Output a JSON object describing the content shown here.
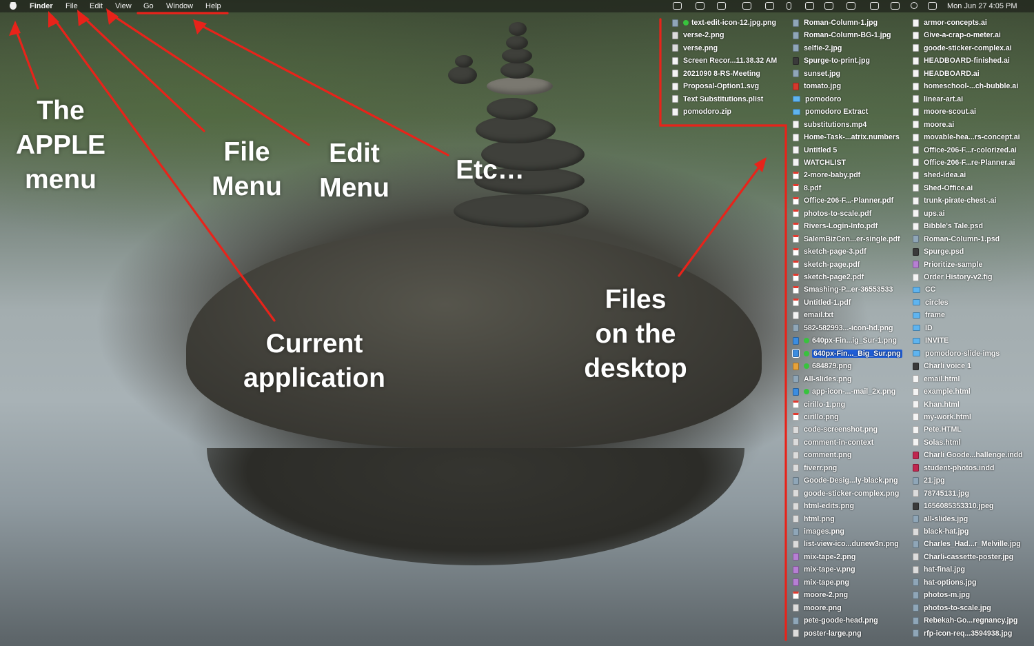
{
  "menubar": {
    "apple_icon": "apple-icon",
    "items": [
      "Finder",
      "File",
      "Edit",
      "View",
      "Go",
      "Window",
      "Help"
    ],
    "status_icons": [
      "dropbox-icon",
      "calendar-icon",
      "creative-cloud-icon",
      "notification-bell-icon",
      "pointer-tool-icon",
      "bluetooth-icon",
      "window-icon",
      "battery-icon",
      "keyboard-icon",
      "wifi-icon",
      "time-machine-icon",
      "search-icon",
      "control-center-icon"
    ],
    "clock": "Mon Jun 27  4:05 PM"
  },
  "annotations": {
    "apple_menu": [
      "The",
      "APPLE",
      "menu"
    ],
    "file_menu": [
      "File",
      "Menu"
    ],
    "edit_menu": [
      "Edit",
      "Menu"
    ],
    "etc": [
      "Etc…"
    ],
    "current_app": [
      "Current",
      "application"
    ],
    "desktop_files": [
      "Files",
      "on the",
      "desktop"
    ]
  },
  "colors": {
    "arrow": "#e8231a",
    "selection": "#1f5dd6",
    "tag_green": "#38c33d"
  },
  "files": {
    "col1": [
      {
        "name": "text-edit-icon-12.jpg.png",
        "type": "img",
        "tag": true
      },
      {
        "name": "verse-2.png",
        "type": "png"
      },
      {
        "name": "verse.png",
        "type": "png"
      },
      {
        "name": "Screen Recor...11.38.32 AM",
        "type": "doc"
      },
      {
        "name": "2021090 8-RS-Meeting",
        "type": "doc"
      },
      {
        "name": "Proposal-Option1.svg",
        "type": "doc"
      },
      {
        "name": "Text Substitutions.plist",
        "type": "doc"
      },
      {
        "name": "pomodoro.zip",
        "type": "doc"
      }
    ],
    "col2": [
      {
        "name": "Roman-Column-1.jpg",
        "type": "img"
      },
      {
        "name": "Roman-Column-BG-1.jpg",
        "type": "img"
      },
      {
        "name": "selfie-2.jpg",
        "type": "img"
      },
      {
        "name": "Spurge-to-print.jpg",
        "type": "dark"
      },
      {
        "name": "sunset.jpg",
        "type": "img"
      },
      {
        "name": "tomato.jpg",
        "type": "red"
      },
      {
        "name": "pomodoro",
        "type": "folder"
      },
      {
        "name": "pomodoro Extract",
        "type": "folder"
      },
      {
        "name": "substitutions.mp4",
        "type": "doc"
      },
      {
        "name": "Home-Task-...atrix.numbers",
        "type": "doc"
      },
      {
        "name": "Untitled 5",
        "type": "doc"
      },
      {
        "name": "WATCHLIST",
        "type": "doc"
      },
      {
        "name": "2-more-baby.pdf",
        "type": "pdf"
      },
      {
        "name": "8.pdf",
        "type": "pdf"
      },
      {
        "name": "Office-206-F...-Planner.pdf",
        "type": "pdf"
      },
      {
        "name": "photos-to-scale.pdf",
        "type": "pdf"
      },
      {
        "name": "Rivers-Login-Info.pdf",
        "type": "pdf"
      },
      {
        "name": "SalemBizCen...er-single.pdf",
        "type": "pdf"
      },
      {
        "name": "sketch-page-3.pdf",
        "type": "pdf"
      },
      {
        "name": "sketch-page.pdf",
        "type": "pdf"
      },
      {
        "name": "sketch-page2.pdf",
        "type": "pdf"
      },
      {
        "name": "Smashing-P...er-36553533",
        "type": "pdf"
      },
      {
        "name": "Untitled-1.pdf",
        "type": "pdf"
      },
      {
        "name": "email.txt",
        "type": "doc"
      },
      {
        "name": "582-582993...-icon-hd.png",
        "type": "img"
      },
      {
        "name": "640px-Fin...ig_Sur-1.png",
        "type": "blue",
        "tag": true
      },
      {
        "name": "640px-Fin..._Big_Sur.png",
        "type": "blue",
        "tag": true,
        "selected": true
      },
      {
        "name": "684879.png",
        "type": "orange",
        "tag": true
      },
      {
        "name": "All-slides.png",
        "type": "img"
      },
      {
        "name": "app-icon-...-mail_2x.png",
        "type": "blue",
        "tag": true
      },
      {
        "name": "cirillo-1.png",
        "type": "pdf"
      },
      {
        "name": "cirillo.png",
        "type": "pdf"
      },
      {
        "name": "code-screenshot.png",
        "type": "png"
      },
      {
        "name": "comment-in-context",
        "type": "png"
      },
      {
        "name": "comment.png",
        "type": "png"
      },
      {
        "name": "fiverr.png",
        "type": "png"
      },
      {
        "name": "Goode-Desig...ly-black.png",
        "type": "img"
      },
      {
        "name": "goode-sticker-complex.png",
        "type": "png"
      },
      {
        "name": "html-edits.png",
        "type": "png"
      },
      {
        "name": "html.png",
        "type": "png"
      },
      {
        "name": "images.png",
        "type": "img"
      },
      {
        "name": "list-view-ico...dunew3n.png",
        "type": "png"
      },
      {
        "name": "mix-tape-2.png",
        "type": "purple"
      },
      {
        "name": "mix-tape-v.png",
        "type": "purple"
      },
      {
        "name": "mix-tape.png",
        "type": "purple"
      },
      {
        "name": "moore-2.png",
        "type": "pdf"
      },
      {
        "name": "moore.png",
        "type": "png"
      },
      {
        "name": "pete-goode-head.png",
        "type": "img"
      },
      {
        "name": "poster-large.png",
        "type": "png"
      }
    ],
    "col3": [
      {
        "name": "armor-concepts.ai",
        "type": "doc"
      },
      {
        "name": "Give-a-crap-o-meter.ai",
        "type": "doc"
      },
      {
        "name": "goode-sticker-complex.ai",
        "type": "doc"
      },
      {
        "name": "HEADBOARD-finished.ai",
        "type": "doc"
      },
      {
        "name": "HEADBOARD.ai",
        "type": "doc"
      },
      {
        "name": "homeschool-...ch-bubble.ai",
        "type": "doc"
      },
      {
        "name": "linear-art.ai",
        "type": "doc"
      },
      {
        "name": "moore-scout.ai",
        "type": "doc"
      },
      {
        "name": "moore.ai",
        "type": "doc"
      },
      {
        "name": "movable-hea...rs-concept.ai",
        "type": "doc"
      },
      {
        "name": "Office-206-F...r-colorized.ai",
        "type": "doc"
      },
      {
        "name": "Office-206-F...re-Planner.ai",
        "type": "doc"
      },
      {
        "name": "shed-idea.ai",
        "type": "doc"
      },
      {
        "name": "Shed-Office.ai",
        "type": "doc"
      },
      {
        "name": "trunk-pirate-chest-.ai",
        "type": "doc"
      },
      {
        "name": "ups.ai",
        "type": "doc"
      },
      {
        "name": "Bibble's Tale.psd",
        "type": "doc"
      },
      {
        "name": "Roman-Column-1.psd",
        "type": "img"
      },
      {
        "name": "Spurge.psd",
        "type": "dark"
      },
      {
        "name": "Prioritize-sample",
        "type": "purple"
      },
      {
        "name": "Order History-v2.fig",
        "type": "doc"
      },
      {
        "name": "CC",
        "type": "folder"
      },
      {
        "name": "circles",
        "type": "folder"
      },
      {
        "name": "frame",
        "type": "folder"
      },
      {
        "name": "ID",
        "type": "folder"
      },
      {
        "name": "INVITE",
        "type": "folder"
      },
      {
        "name": "pomodoro-slide-imgs",
        "type": "folder"
      },
      {
        "name": "Charli voice 1",
        "type": "dark"
      },
      {
        "name": "email.html",
        "type": "doc"
      },
      {
        "name": "example.html",
        "type": "doc"
      },
      {
        "name": "Khan.html",
        "type": "doc"
      },
      {
        "name": "my-work.html",
        "type": "doc"
      },
      {
        "name": "Pete.HTML",
        "type": "doc"
      },
      {
        "name": "Solas.html",
        "type": "doc"
      },
      {
        "name": "Charli Goode...hallenge.indd",
        "type": "indd"
      },
      {
        "name": "student-photos.indd",
        "type": "indd"
      },
      {
        "name": "21.jpg",
        "type": "img"
      },
      {
        "name": "78745131.jpg",
        "type": "png"
      },
      {
        "name": "1656085353310.jpeg",
        "type": "dark"
      },
      {
        "name": "all-slides.jpg",
        "type": "img"
      },
      {
        "name": "black-hat.jpg",
        "type": "png"
      },
      {
        "name": "Charles_Had...r_Melville.jpg",
        "type": "img"
      },
      {
        "name": "Charli-cassette-poster.jpg",
        "type": "png"
      },
      {
        "name": "hat-final.jpg",
        "type": "png"
      },
      {
        "name": "hat-options.jpg",
        "type": "img"
      },
      {
        "name": "photos-m.jpg",
        "type": "img"
      },
      {
        "name": "photos-to-scale.jpg",
        "type": "img"
      },
      {
        "name": "Rebekah-Go...regnancy.jpg",
        "type": "img"
      },
      {
        "name": "rfp-icon-req...3594938.jpg",
        "type": "img"
      }
    ]
  }
}
